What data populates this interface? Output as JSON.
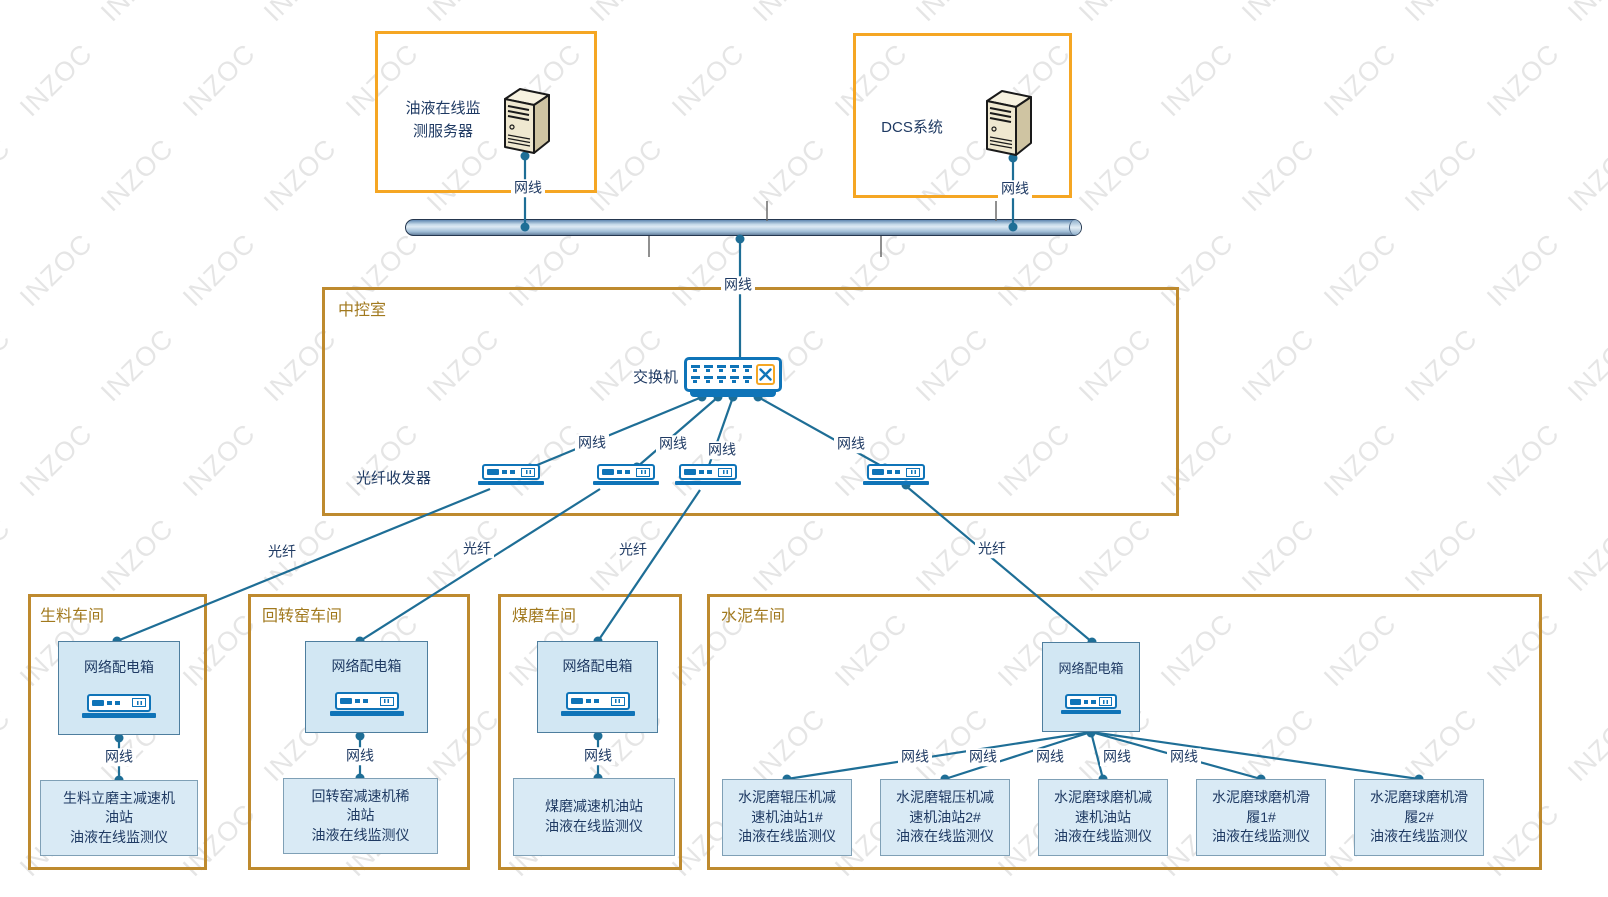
{
  "watermark": "INZOC",
  "labels": {
    "cable": "网线",
    "fiber": "光纤"
  },
  "nodes": {
    "server": "油液在线监\n测服务器",
    "dcs": "DCS系统",
    "control_room": "中控室",
    "switch": "交换机",
    "transceiver": "光纤收发器",
    "dist_box": "网络配电箱"
  },
  "workshops": [
    {
      "title": "生料车间",
      "device": "生料立磨主减速机\n油站\n油液在线监测仪"
    },
    {
      "title": "回转窑车间",
      "device": "回转窑减速机稀\n油站\n油液在线监测仪"
    },
    {
      "title": "煤磨车间",
      "device": "煤磨减速机油站\n油液在线监测仪"
    },
    {
      "title": "水泥车间",
      "devices": [
        "水泥磨辊压机减\n速机油站1#\n油液在线监测仪",
        "水泥磨辊压机减\n速机油站2#\n油液在线监测仪",
        "水泥磨球磨机减\n速机油站\n油液在线监测仪",
        "水泥磨球磨机滑\n履1#\n油液在线监测仪",
        "水泥磨球磨机滑\n履2#\n油液在线监测仪"
      ]
    }
  ],
  "colors": {
    "top_box_border": "#F5A623",
    "room_box_border": "#BE8A2E",
    "room_title_text": "#A1791E",
    "navy_text": "#1F3A63",
    "connection_line": "#1E6E96",
    "icon_blue": "#0F74B8",
    "light_blue_fill": "#D9EAF5"
  }
}
